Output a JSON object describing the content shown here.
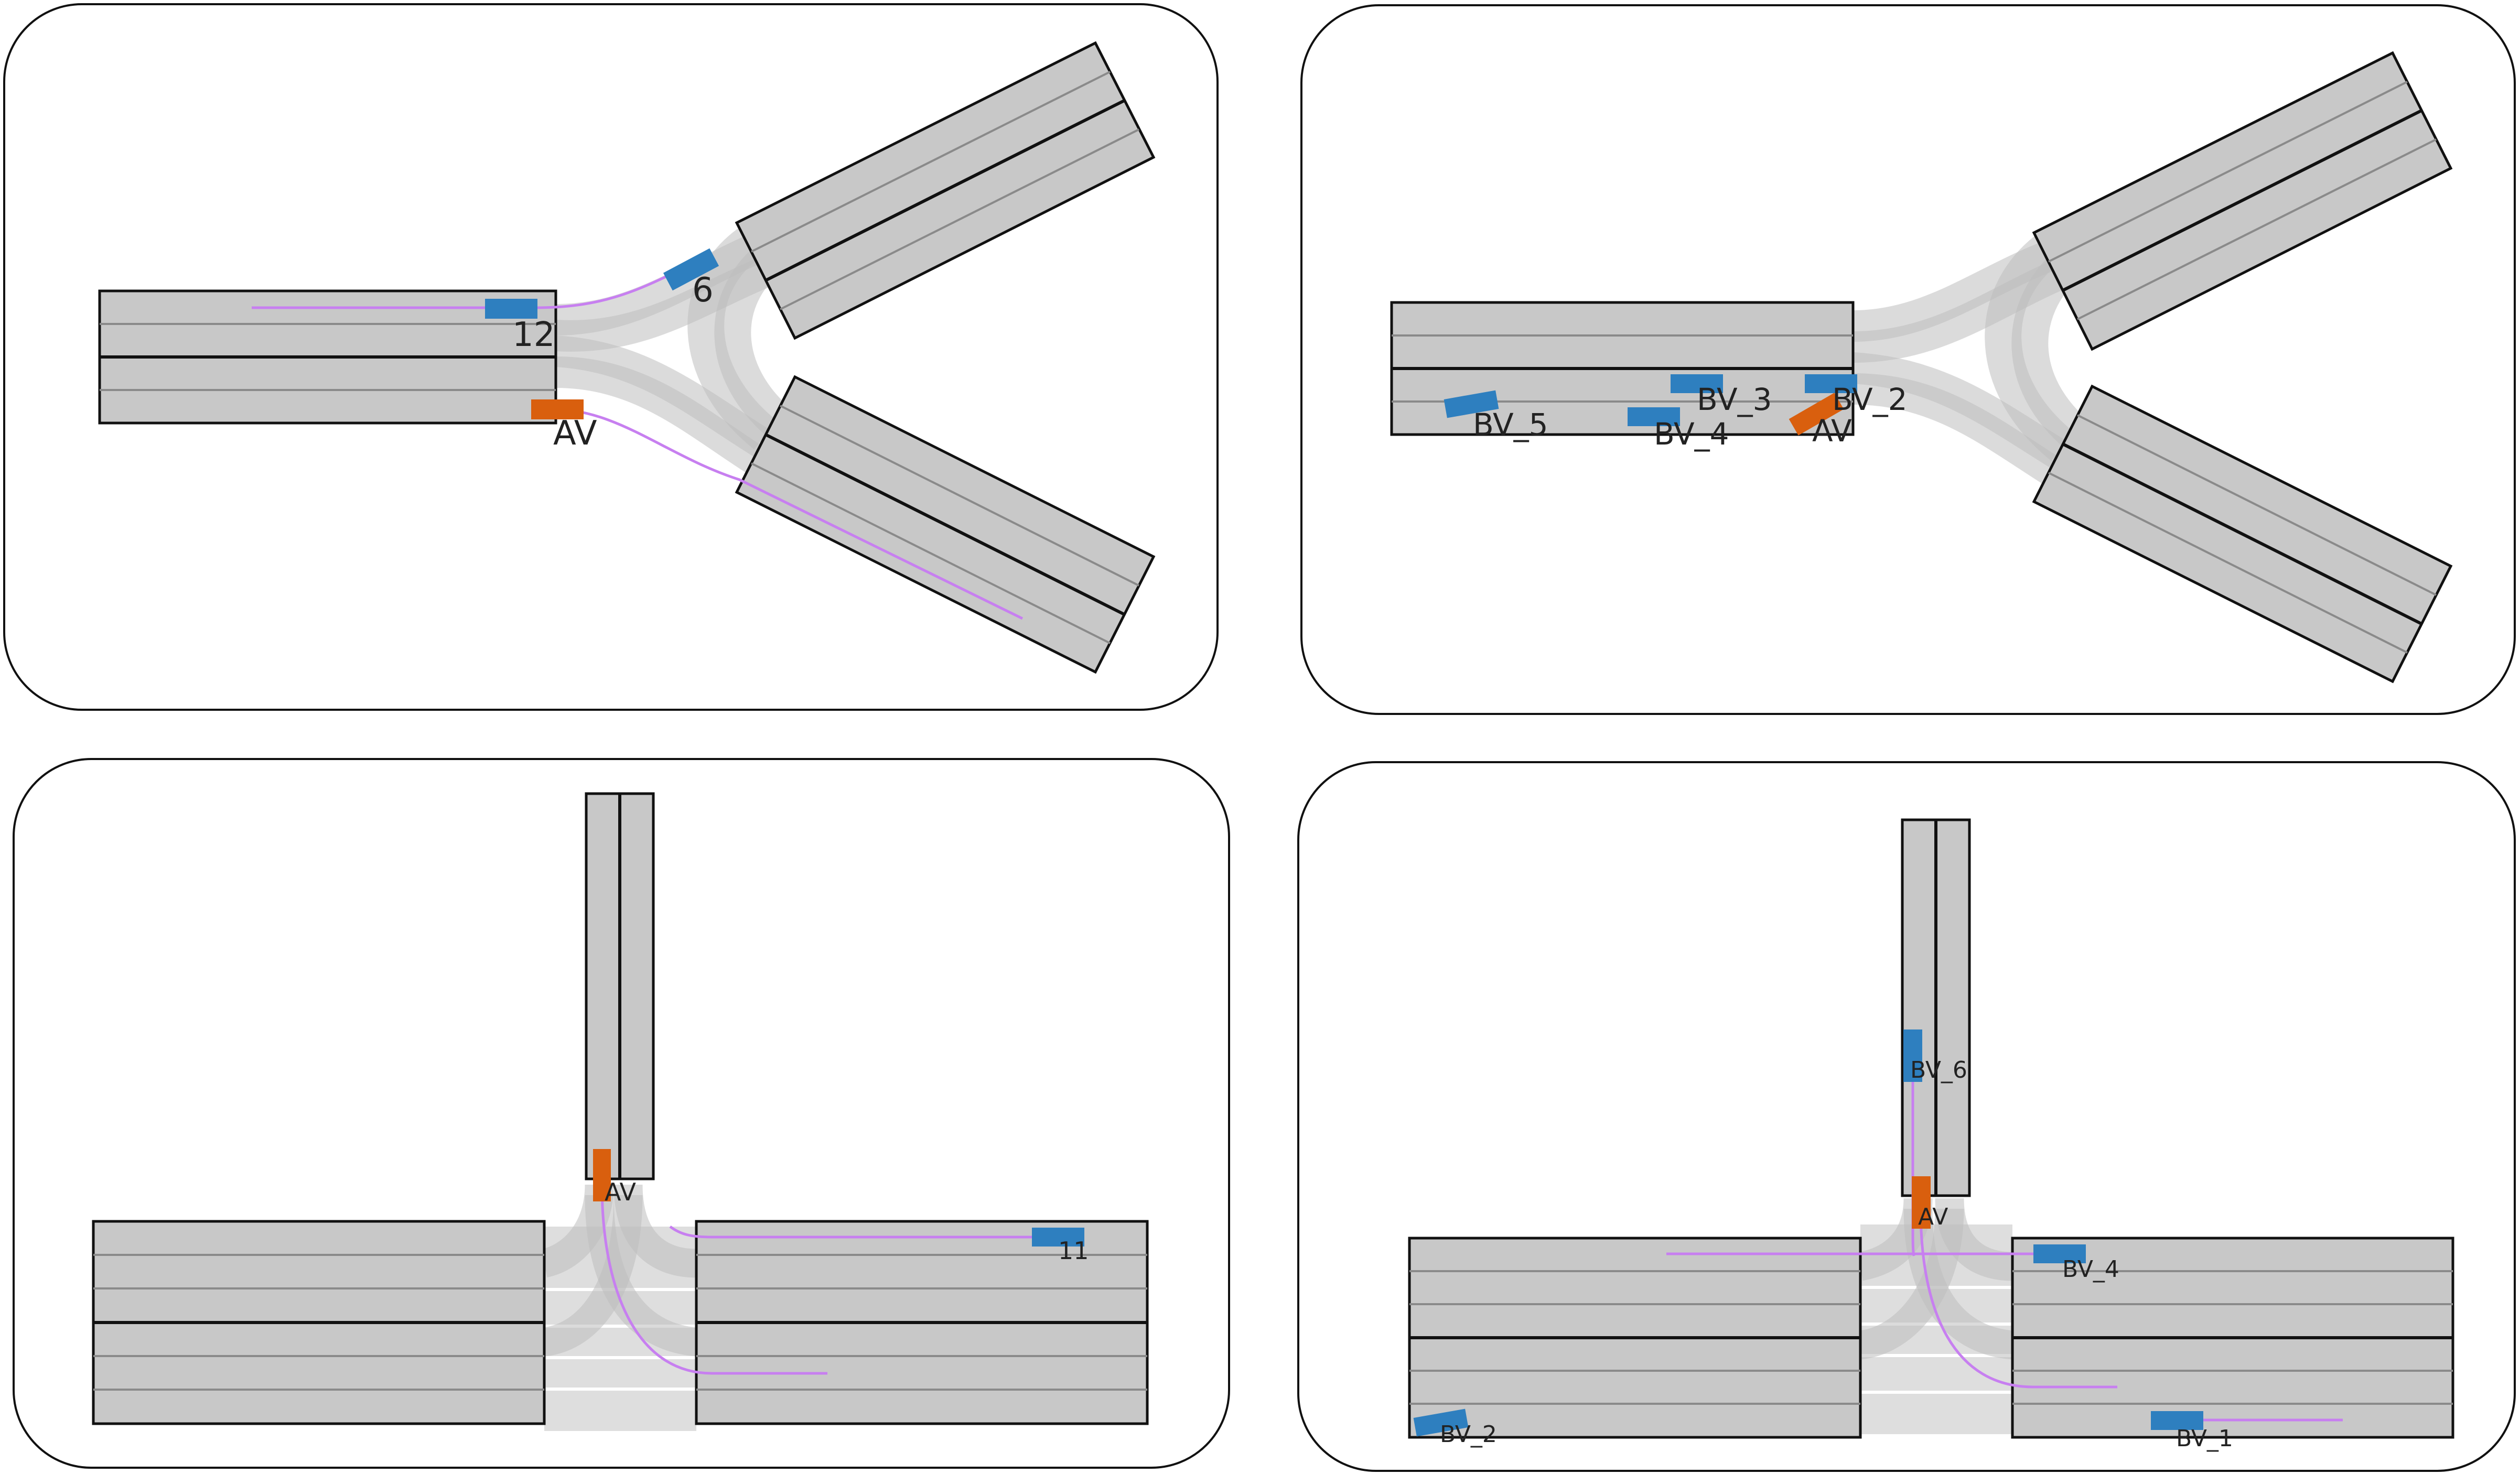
{
  "panels": [
    {
      "id": "panel-1",
      "labels": {
        "ego": "AV",
        "vehicle_a": "12",
        "vehicle_b": "6"
      }
    },
    {
      "id": "panel-2",
      "labels": {
        "ego": "AV",
        "bv2": "BV_2",
        "bv3": "BV_3",
        "bv4": "BV_4",
        "bv5": "BV_5"
      }
    },
    {
      "id": "panel-3",
      "labels": {
        "ego": "AV",
        "vehicle_a": "11"
      }
    },
    {
      "id": "panel-4",
      "labels": {
        "ego": "AV",
        "bv1": "BV_1",
        "bv2": "BV_2",
        "bv4": "BV_4",
        "bv6": "BV_6"
      }
    }
  ],
  "colors": {
    "road": "#c8c8c8",
    "ego": "#d95f0e",
    "background_vehicle": "#2e7fbf",
    "trajectory": "#c77ff0",
    "connector": "#bdbdbd"
  }
}
